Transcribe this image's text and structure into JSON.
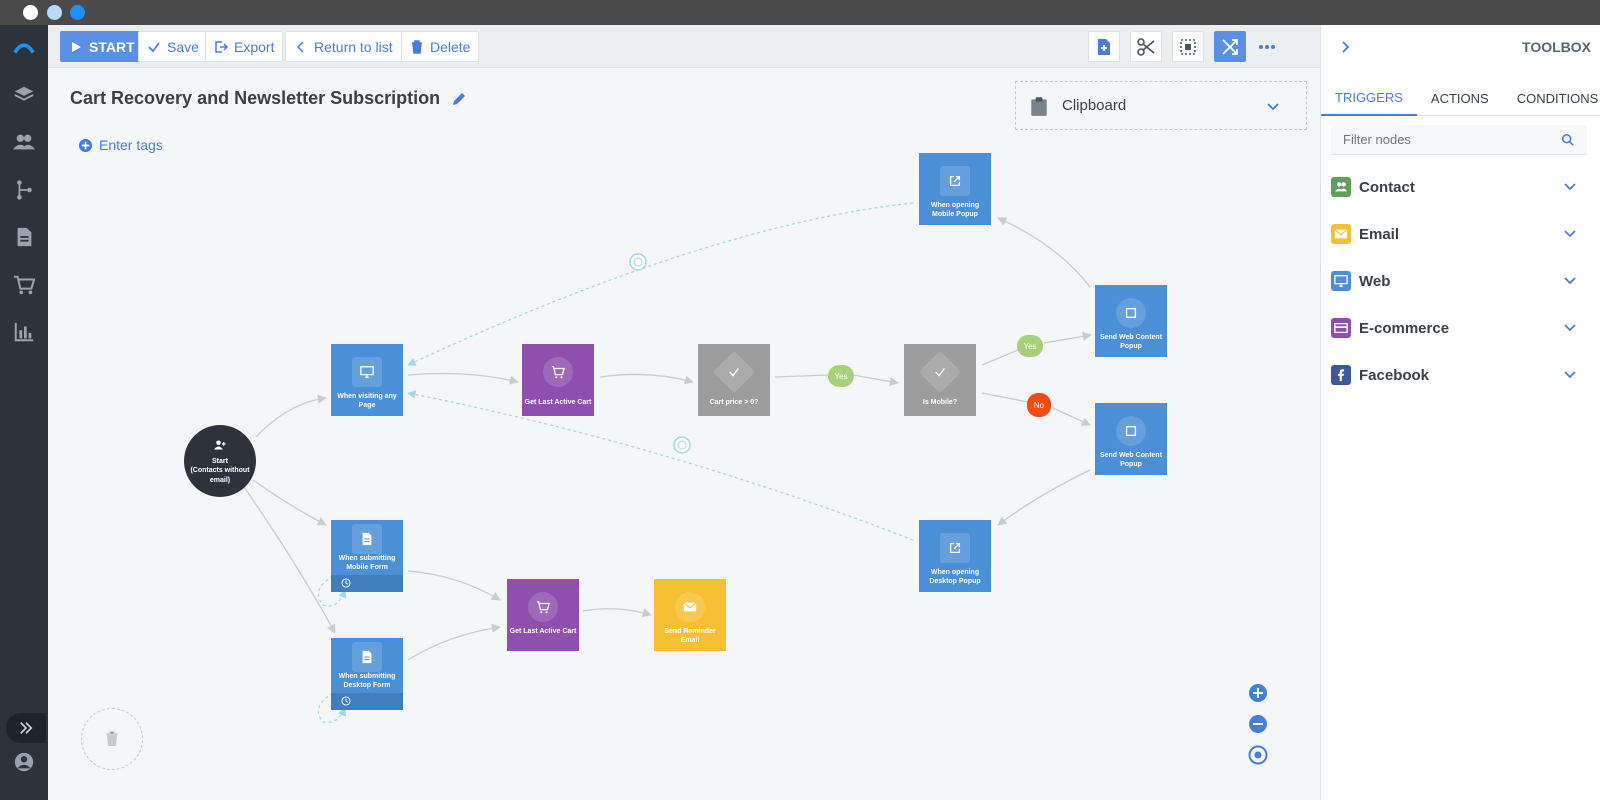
{
  "toolbar": {
    "start_label": "START",
    "save_label": "Save",
    "export_label": "Export",
    "return_label": "Return to list",
    "delete_label": "Delete"
  },
  "workflow": {
    "title": "Cart Recovery and Newsletter Subscription",
    "tags_label": "Enter tags"
  },
  "clipboard": {
    "label": "Clipboard"
  },
  "nodes": {
    "start": [
      "Start",
      "(Contacts without",
      "email)"
    ],
    "visiting_page": "When visiting any Page",
    "get_cart_1": "Get Last Active Cart",
    "cart_price": "Cart price > 0?",
    "is_mobile": "Is Mobile?",
    "open_mobile_popup": "When opening Mobile Popup",
    "send_popup_1": "Send Web Content Popup",
    "send_popup_2": "Send Web Content Popup",
    "open_desktop_popup": "When opening Desktop Popup",
    "submit_mobile_form": "When submitting Mobile Form",
    "submit_desktop_form": "When submitting Desktop Form",
    "get_cart_2": "Get Last Active Cart",
    "send_email": "Send Reminder Email"
  },
  "badges": {
    "yes_1": "Yes",
    "yes_2": "Yes",
    "no": "No"
  },
  "toolbox": {
    "title": "TOOLBOX",
    "tabs": [
      "TRIGGERS",
      "ACTIONS",
      "CONDITIONS"
    ],
    "filter_placeholder": "Filter nodes",
    "categories": [
      {
        "label": "Contact",
        "color": "#5fa05a"
      },
      {
        "label": "Email",
        "color": "#f7c034"
      },
      {
        "label": "Web",
        "color": "#4b8fd6"
      },
      {
        "label": "E-commerce",
        "color": "#8e4fae"
      },
      {
        "label": "Facebook",
        "color": "#3b5998"
      }
    ]
  },
  "colors": {
    "accent": "#5b8fe6",
    "trigger": "#4b8fd6",
    "ecommerce": "#8e4fae",
    "condition": "#9d9d9d",
    "email": "#f7c034",
    "yes": "#a8cf7a",
    "no": "#f44b12"
  }
}
